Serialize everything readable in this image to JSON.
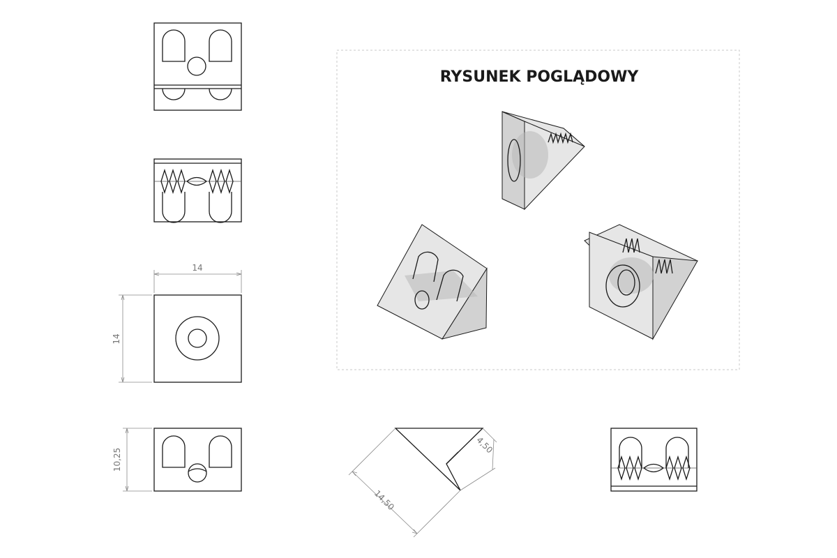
{
  "title": "RYSUNEK POGLĄDOWY",
  "dimensions": {
    "width": "14",
    "height": "14",
    "side_height": "10,25",
    "leg_short": "4,50",
    "leg_long": "14,50"
  }
}
